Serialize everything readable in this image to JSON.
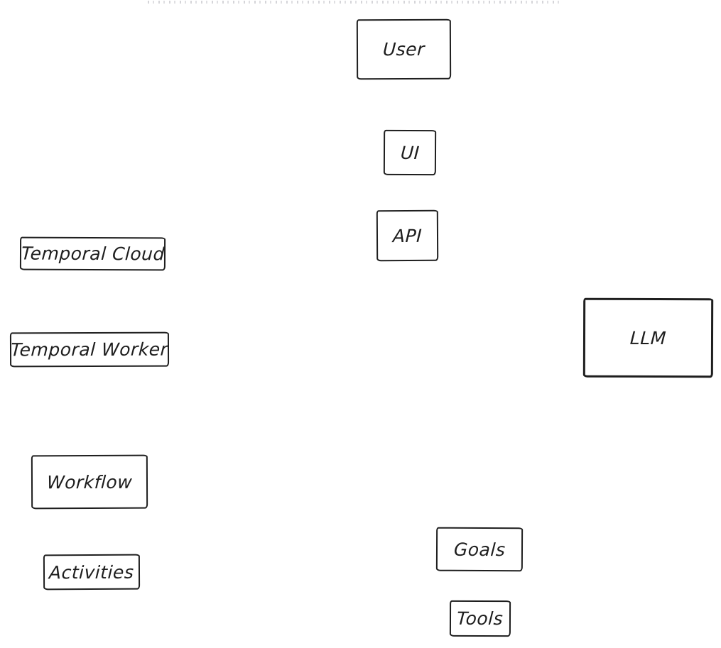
{
  "diagram": {
    "background_color": "#ffffff",
    "stroke_color": "#1e1e1e",
    "style": "hand-drawn-sketch",
    "nodes": {
      "user": {
        "label": "User"
      },
      "ui": {
        "label": "UI"
      },
      "api": {
        "label": "API"
      },
      "temporal_cloud": {
        "label": "Temporal Cloud"
      },
      "temporal_worker": {
        "label": "Temporal Worker"
      },
      "llm": {
        "label": "LLM"
      },
      "workflow": {
        "label": "Workflow"
      },
      "goals": {
        "label": "Goals"
      },
      "activities": {
        "label": "Activities"
      },
      "tools": {
        "label": "Tools"
      }
    }
  }
}
